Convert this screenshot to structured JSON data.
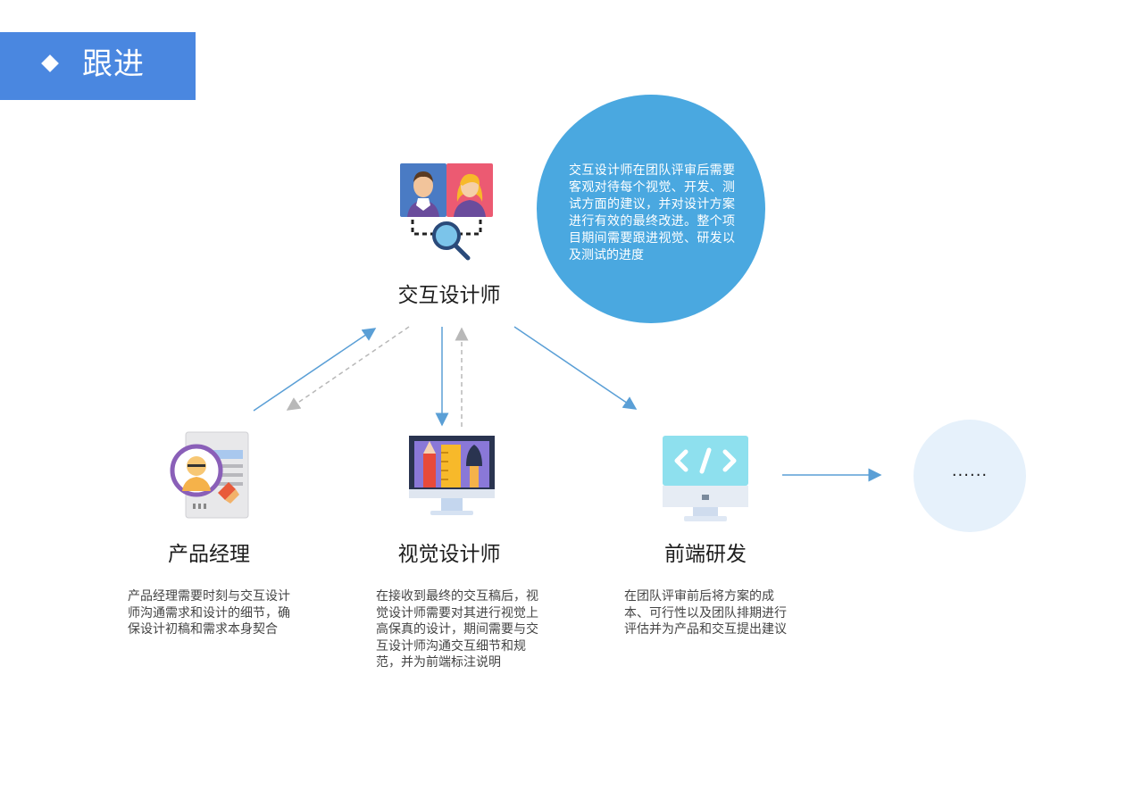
{
  "header": {
    "title": "跟进"
  },
  "nodes": {
    "ixd": {
      "label": "交互设计师",
      "note": "交互设计师在团队评审后需要客观对待每个视觉、开发、测试方面的建议，并对设计方案进行有效的最终改进。整个项目期间需要跟进视觉、研发以及测试的进度"
    },
    "pm": {
      "label": "产品经理",
      "desc": "产品经理需要时刻与交互设计师沟通需求和设计的细节，确保设计初稿和需求本身契合"
    },
    "visual": {
      "label": "视觉设计师",
      "desc": "在接收到最终的交互稿后，视觉设计师需要对其进行视觉上高保真的设计，期间需要与交互设计师沟通交互细节和规范，并为前端标注说明"
    },
    "fe": {
      "label": "前端研发",
      "desc": "在团队评审前后将方案的成本、可行性以及团队排期进行评估并为产品和交互提出建议"
    },
    "more": {
      "label": "......"
    }
  },
  "icons": {
    "ixd": "user-review-icon",
    "pm": "profile-document-icon",
    "visual": "design-monitor-icon",
    "fe": "code-monitor-icon"
  },
  "colors": {
    "header": "#4a87e0",
    "bubble": "#4aa8e0",
    "arrow": "#5a9fd6",
    "dashed_arrow": "#b8b8b8",
    "more_circle": "#e6f1fb"
  }
}
